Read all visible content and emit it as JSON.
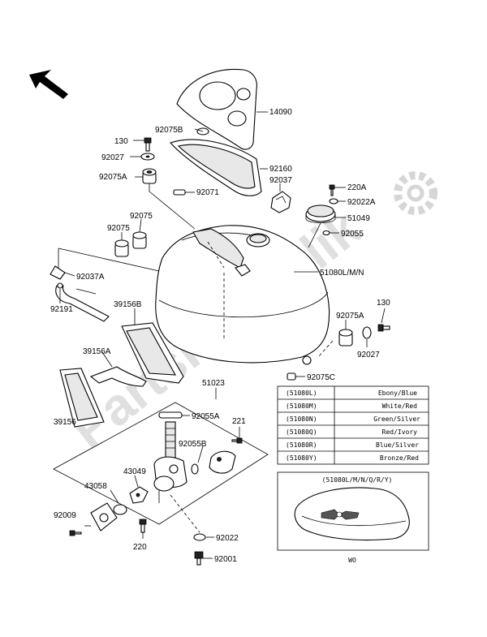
{
  "watermark": "PartsRepublik",
  "labels": {
    "l14090": "14090",
    "l92075B": "92075B",
    "l130a": "130",
    "l92027a": "92027",
    "l92075A_a": "92075A",
    "l92160": "92160",
    "l92037": "92037",
    "l92071": "92071",
    "l220A": "220A",
    "l92022A": "92022A",
    "l51049": "51049",
    "l92055": "92055",
    "l92075_a": "92075",
    "l92075_b": "92075",
    "l92037A": "92037A",
    "l51080": "51080L/M/N",
    "l92191": "92191",
    "l39156B": "39156B",
    "l92075A_b": "92075A",
    "l130b": "130",
    "l92027b": "92027",
    "l39156A": "39156A",
    "l92075C": "92075C",
    "l39156": "39156",
    "l51023": "51023",
    "l92055A": "92055A",
    "l221": "221",
    "l92055B": "92055B",
    "l43049": "43049",
    "l43058": "43058",
    "l92009": "92009",
    "l220": "220",
    "l92022": "92022",
    "l92001": "92001"
  },
  "color_table": [
    {
      "code": "(51080L)",
      "color": "Ebony/Blue"
    },
    {
      "code": "(51080M)",
      "color": "White/Red"
    },
    {
      "code": "(51080N)",
      "color": "Green/Silver"
    },
    {
      "code": "(51080Q)",
      "color": "Red/Ivory"
    },
    {
      "code": "(51080R)",
      "color": "Blue/Silver"
    },
    {
      "code": "(51080Y)",
      "color": "Bronze/Red"
    }
  ],
  "inset": {
    "caption": "(51080L/M/N/Q/R/Y)",
    "note": "WO"
  }
}
